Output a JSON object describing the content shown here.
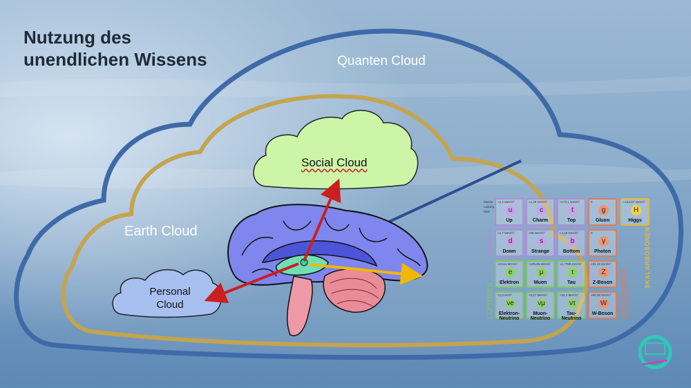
{
  "title": {
    "line1": "Nutzung des",
    "line2": "unendlichen Wissens"
  },
  "labels": {
    "quanten_cloud": "Quanten Cloud",
    "earth_cloud": "Earth Cloud",
    "social_cloud": "Social Cloud",
    "personal_cloud_line1": "Personal",
    "personal_cloud_line2": "Cloud"
  },
  "particle_table": {
    "row_legend": [
      "Masse",
      "Ladung",
      "Spin"
    ],
    "group_labels": {
      "quarks": "QUARKS",
      "leptons": "LEPTONEN",
      "gauge": "EICHBOSONEN",
      "gauge_sub": "VEKTORBOSONEN",
      "scalar": "SKALARBOSONEN"
    },
    "cells": [
      {
        "sym": "u",
        "name": "Up",
        "mass": "≈2,2 MeV/c²",
        "kind": "q"
      },
      {
        "sym": "c",
        "name": "Charm",
        "mass": "≈1,28 GeV/c²",
        "kind": "q"
      },
      {
        "sym": "t",
        "name": "Top",
        "mass": "≈173,1 GeV/c²",
        "kind": "q"
      },
      {
        "sym": "g",
        "name": "Gluon",
        "mass": "0",
        "kind": "g"
      },
      {
        "sym": "H",
        "name": "Higgs",
        "mass": "≈124,97 GeV/c²",
        "kind": "h"
      },
      {
        "sym": "d",
        "name": "Down",
        "mass": "≈4,7 MeV/c²",
        "kind": "q"
      },
      {
        "sym": "s",
        "name": "Strange",
        "mass": "≈96 MeV/c²",
        "kind": "q"
      },
      {
        "sym": "b",
        "name": "Bottom",
        "mass": "≈4,18 GeV/c²",
        "kind": "q"
      },
      {
        "sym": "γ",
        "name": "Photon",
        "mass": "0",
        "kind": "g"
      },
      {
        "sym": "e",
        "name": "Elektron",
        "mass": "≈0,511 MeV/c²",
        "kind": "l"
      },
      {
        "sym": "μ",
        "name": "Muon",
        "mass": "≈105,66 MeV/c²",
        "kind": "l"
      },
      {
        "sym": "τ",
        "name": "Tau",
        "mass": "≈1,7768 GeV/c²",
        "kind": "l"
      },
      {
        "sym": "Z",
        "name": "Z-Boson",
        "mass": "≈91,19 GeV/c²",
        "kind": "g"
      },
      {
        "sym": "νe",
        "name": "Elektron-Neutrino",
        "mass": "<1,0 eV/c²",
        "kind": "l"
      },
      {
        "sym": "νμ",
        "name": "Muon-Neutrino",
        "mass": "<0,17 MeV/c²",
        "kind": "l"
      },
      {
        "sym": "ντ",
        "name": "Tau-Neutrino",
        "mass": "<18,2 MeV/c²",
        "kind": "l"
      },
      {
        "sym": "W",
        "name": "W-Boson",
        "mass": "≈80,39 GeV/c²",
        "kind": "g"
      }
    ]
  },
  "colors": {
    "outer_cloud": "#3f6aa8",
    "earth_cloud": "#c4a44e",
    "social_fill": "#ccf5a8",
    "personal_fill": "#a8c0f0",
    "red_arrow": "#cc1f1f",
    "yellow_arrow": "#f2b800",
    "blue_line": "#2b4f91"
  }
}
